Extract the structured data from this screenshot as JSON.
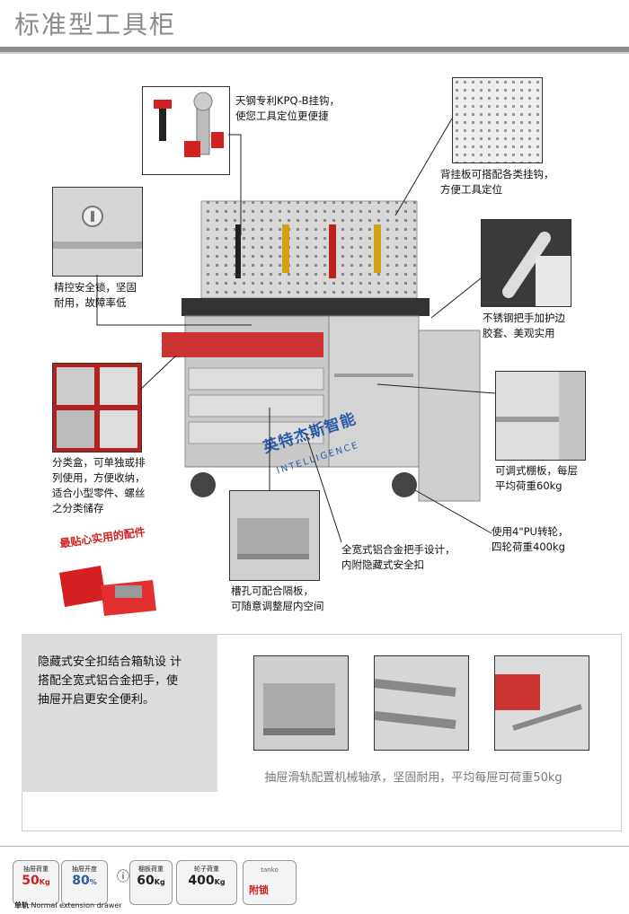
{
  "page_title": "标准型工具柜",
  "callouts": {
    "hook": [
      "天钢专利KPQ-B挂钩，",
      "使您工具定位更便捷"
    ],
    "pegboard": [
      "背挂板可搭配各类挂钩，",
      "方便工具定位"
    ],
    "lock": [
      "精控安全锁，坚固",
      "耐用，故障率低"
    ],
    "handle": [
      "不锈钢把手加护边",
      "胶套、美观实用"
    ],
    "bins": [
      "分类盒，可单独或排",
      "列使用，方便收纳，",
      "适合小型零件、螺丝",
      "之分类储存"
    ],
    "shelf": [
      "可调式棚板，每层",
      "平均荷重60kg"
    ],
    "caster": [
      "使用4\"PU转轮，",
      "四轮荷重400kg"
    ],
    "aluminum_handle": [
      "全宽式铝合金把手设计，",
      "内附隐藏式安全扣"
    ],
    "slots": [
      "槽孔可配合隔板，",
      "可随意调整屉内空间"
    ]
  },
  "favorite_tag": "最贴心实用的配件",
  "watermark": {
    "name": "英特杰斯智能",
    "en": "INTELLIGENCE"
  },
  "bottom": {
    "text": [
      "隐藏式安全扣结合箱轨设  计",
      "搭配全宽式铝合金把手，使",
      "抽屉开启更安全便利。"
    ],
    "rail_caption": "抽屉滑轨配置机械轴承，坚固耐用，平均每屉可荷重50kg"
  },
  "badges": {
    "b1_top": "抽屉荷重",
    "b1_val": "50",
    "b1_unit": "Kg",
    "b2_top": "抽屉开度",
    "b2_val": "80",
    "b2_unit": "%",
    "rail_label": "单轨",
    "rail_en": "Normal extension drawer",
    "b3_top": "棚板荷重",
    "b3_val": "60",
    "b3_unit": "Kg",
    "b4_top": "轮子荷重",
    "b4_val": "400",
    "b4_unit": "Kg",
    "key_brand": "tanko",
    "lock_label": "附锁"
  },
  "colors": {
    "red": "#d42020",
    "cabinet": "#c9c9c9",
    "accent_blue": "#2a5aa8"
  }
}
